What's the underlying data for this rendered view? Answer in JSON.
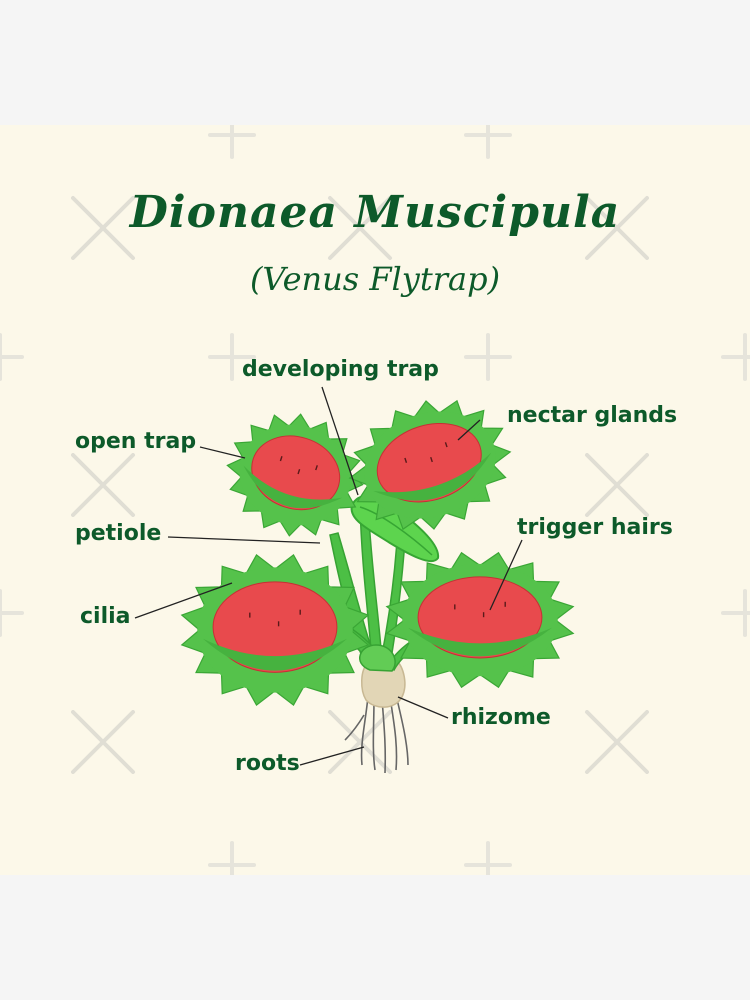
{
  "title": "Dionaea Muscipula",
  "subtitle": "(Venus Flytrap)",
  "labels": {
    "developing_trap": "developing trap",
    "nectar_glands": "nectar glands",
    "open_trap": "open trap",
    "petiole": "petiole",
    "trigger_hairs": "trigger hairs",
    "cilia": "cilia",
    "rhizome": "rhizome",
    "roots": "roots"
  },
  "colors": {
    "background": "#fcf8e9",
    "text": "#0d5a2a",
    "leaf_green": "#55c24b",
    "trap_red": "#e84a4d",
    "rhizome": "#e2d6b6"
  }
}
